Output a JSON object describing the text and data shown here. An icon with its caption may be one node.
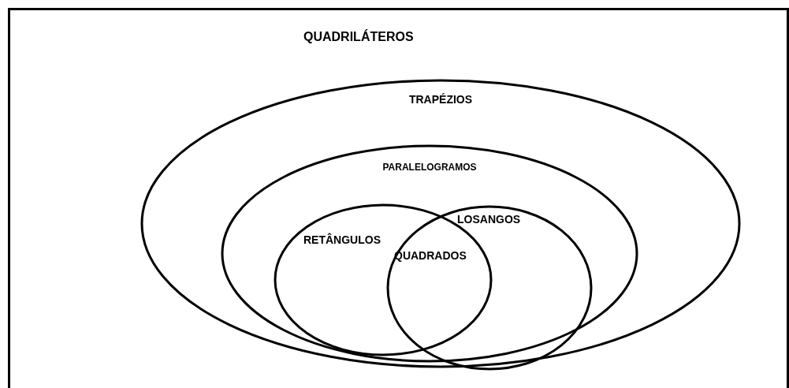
{
  "diagram": {
    "nodes": [
      {
        "text": [
          "QUADRILÁTEROS"
        ]
      },
      {
        "text": [
          "TRAPÉZIOS"
        ],
        "in": 0
      },
      {
        "text": [
          "PARALELOGRAMOS"
        ],
        "in": 1
      },
      {
        "text": [
          "RETÂNGULOS"
        ],
        "in": 2
      },
      {
        "text": [
          "LOSANGOS"
        ],
        "in": 2
      }
    ],
    "edges": [],
    "labels": [
      "QUADRADOS"
    ]
  }
}
